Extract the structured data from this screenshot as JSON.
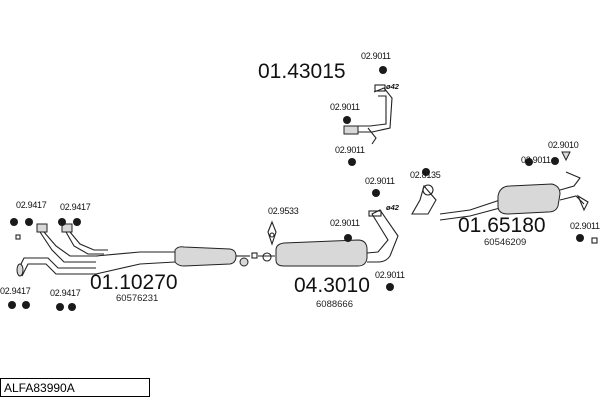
{
  "reference": "ALFA83990A",
  "parts": {
    "p1": {
      "number": "01.10270",
      "sub": "60576231"
    },
    "p2": {
      "number": "04.3010",
      "sub": "6088666"
    },
    "p3": {
      "number": "01.43015"
    },
    "p4": {
      "number": "01.65180",
      "sub": "60546209"
    }
  },
  "fittings": {
    "f9417a": "02.9417",
    "f9417b": "02.9417",
    "f9417c": "02.9417",
    "f9417d": "02.9417",
    "f9533": "02.9533",
    "f9011_top": "02.9011",
    "f9011_a": "02.9011",
    "f9011_b": "02.9011",
    "f9011_c": "02.9011",
    "f9011_d": "02.9011",
    "f9011_e": "02.9011",
    "f9011_f": "02.9011",
    "f9011_g": "02.9011",
    "f8135": "02.8135",
    "f9010": "02.9010"
  },
  "diameters": {
    "d1": "ø42",
    "d2": "ø42"
  }
}
